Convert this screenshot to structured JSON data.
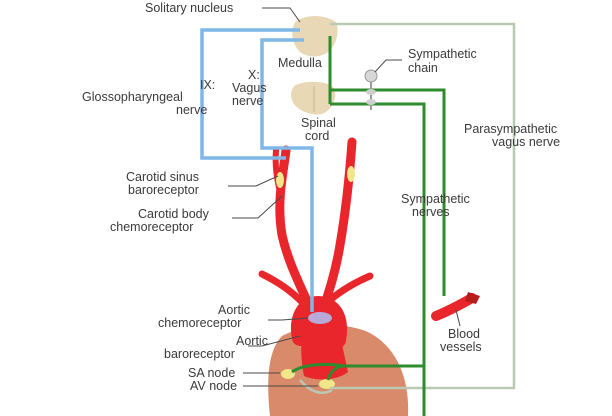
{
  "colors": {
    "artery": "#e8262b",
    "artery_dark": "#b71c1c",
    "sensory_nerve": "#7fb7e6",
    "sensory_nerve_dark": "#2f7fc0",
    "sympathetic": "#2e8b2e",
    "parasympathetic": "#b9c9b4",
    "heart": "#d98a6a",
    "brain": "#e9d8b6",
    "node": "#f2e68a",
    "chemoreceptor": "#b8a9d6",
    "text": "#3a3a3a"
  },
  "labels": {
    "solitary_nucleus": "Solitary nucleus",
    "medulla": "Medulla",
    "sympathetic_chain_1": "Sympathetic",
    "sympathetic_chain_2": "chain",
    "ix_1": "IX:",
    "ix_2": "Glossopharyngeal",
    "ix_3": "nerve",
    "x_1": "X:",
    "x_2": "Vagus",
    "x_3": "nerve",
    "spinal_1": "Spinal",
    "spinal_2": "cord",
    "parasym_1": "Parasympathetic",
    "parasym_2": "vagus nerve",
    "carotid_sinus_1": "Carotid sinus",
    "carotid_sinus_2": "baroreceptor",
    "carotid_body_1": "Carotid body",
    "carotid_body_2": "chemoreceptor",
    "sym_nerves_1": "Sympathetic",
    "sym_nerves_2": "nerves",
    "aortic_chemo_1": "Aortic",
    "aortic_chemo_2": "chemoreceptor",
    "aortic_baro_1": "Aortic",
    "aortic_baro_2": "baroreceptor",
    "blood_vessels_1": "Blood",
    "blood_vessels_2": "vessels",
    "sa_node": "SA node",
    "av_node": "AV node"
  }
}
